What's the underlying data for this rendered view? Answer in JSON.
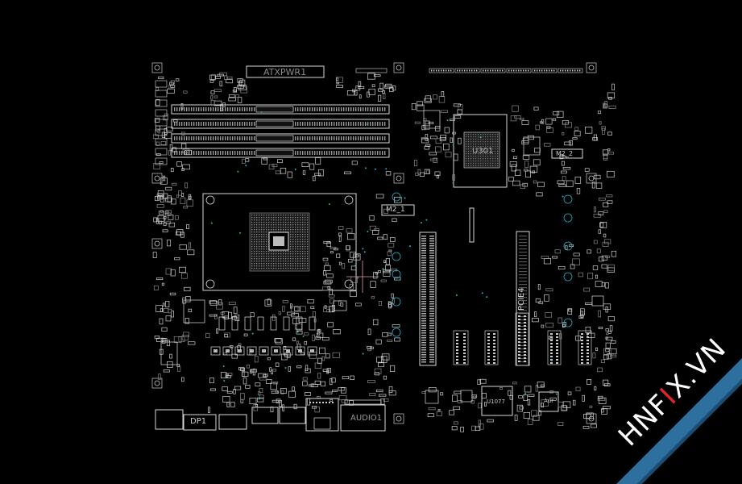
{
  "viewer": {
    "background_color": "#000000",
    "trace_color": "#d8d8d8",
    "via_color": "#1fb3c4"
  },
  "board": {
    "labels": {
      "atx_power": "ATXPWR1",
      "m2_1": "M2_1",
      "m2_2": "M2_2",
      "pcie4": "PCIE4",
      "u301": "U301",
      "u1077": "U1077",
      "dp1": "DP1",
      "audio": "AUDIO1",
      "aur": "Aur"
    }
  },
  "watermark": {
    "prefix": "HNF",
    "accent": "I",
    "suffix": "X.VN",
    "ribbon_color": "#2d6f9e",
    "text_color": "#ffffff",
    "accent_color": "#e32626"
  }
}
